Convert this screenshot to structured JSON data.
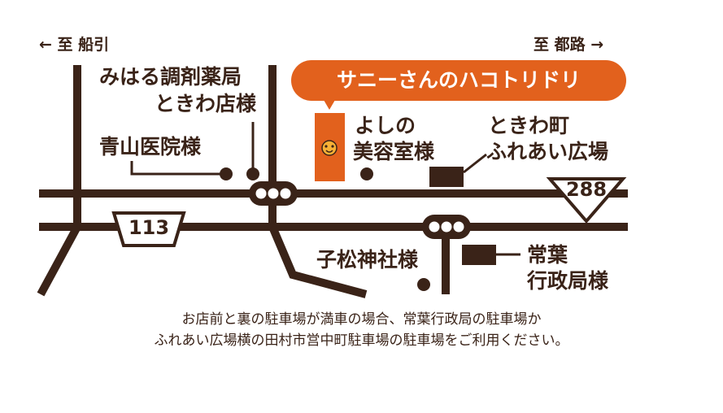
{
  "directions": {
    "left": "← 至 船引",
    "right": "至 都路 →"
  },
  "store": {
    "name": "サニーさんのハコトリドリ",
    "color": "#e2611d"
  },
  "landmarks": {
    "pharmacy_line1": "みはる調剤薬局",
    "pharmacy_line2": "ときわ店様",
    "clinic": "青山医院様",
    "salon_line1": "よしの",
    "salon_line2": "美容室様",
    "plaza_line1": "ときわ町",
    "plaza_line2": "ふれあい広場",
    "shrine": "子松神社様",
    "office_line1": "常葉",
    "office_line2": "行政局様"
  },
  "routes": {
    "route_113": "113",
    "route_288": "288"
  },
  "note": {
    "line1": "お店前と裏の駐車場が満車の場合、常葉行政局の駐車場か",
    "line2": "ふれあい広場横の田村市営中町駐車場の駐車場をご利用ください。"
  },
  "colors": {
    "road": "#3a2318",
    "accent": "#e2611d"
  }
}
